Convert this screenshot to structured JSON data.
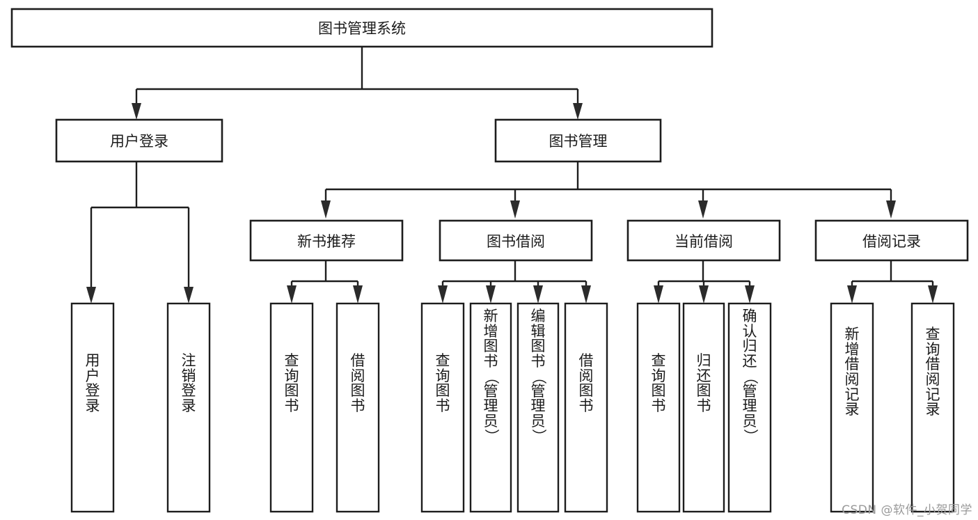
{
  "diagram": {
    "title": "图书管理系统",
    "type": "function-structure-tree",
    "watermark": "CSDN @软件_小贺同学",
    "colors": {
      "box_stroke": "#1d1d1d",
      "box_fill": "#ffffff",
      "connector": "#1d1d1d",
      "text": "#1b1b1b",
      "watermark": "#9a9a9a",
      "background": "#ffffff"
    },
    "root": {
      "label": "图书管理系统"
    },
    "level1": [
      {
        "id": "user-login",
        "label": "用户登录"
      },
      {
        "id": "book-management",
        "label": "图书管理"
      }
    ],
    "level2": [
      {
        "id": "new-book-recommend",
        "label": "新书推荐",
        "parent": "book-management"
      },
      {
        "id": "book-borrow",
        "label": "图书借阅",
        "parent": "book-management"
      },
      {
        "id": "current-borrow",
        "label": "当前借阅",
        "parent": "book-management"
      },
      {
        "id": "borrow-record",
        "label": "借阅记录",
        "parent": "book-management"
      }
    ],
    "leaves": {
      "user-login": [
        {
          "id": "leaf-user-login",
          "label": "用户登录"
        },
        {
          "id": "leaf-logout",
          "label": "注销登录"
        }
      ],
      "new-book-recommend": [
        {
          "id": "leaf-query-books-1",
          "label": "查询图书"
        },
        {
          "id": "leaf-borrow-books-1",
          "label": "借阅图书"
        }
      ],
      "book-borrow": [
        {
          "id": "leaf-query-books-2",
          "label": "查询图书"
        },
        {
          "id": "leaf-add-book-admin",
          "label": "新增图书（管理员）"
        },
        {
          "id": "leaf-edit-book-admin",
          "label": "编辑图书（管理员）"
        },
        {
          "id": "leaf-borrow-books-2",
          "label": "借阅图书"
        }
      ],
      "current-borrow": [
        {
          "id": "leaf-query-books-3",
          "label": "查询图书"
        },
        {
          "id": "leaf-return-book",
          "label": "归还图书"
        },
        {
          "id": "leaf-confirm-return-admin",
          "label": "确认归还（管理员）"
        }
      ],
      "borrow-record": [
        {
          "id": "leaf-add-borrow-record",
          "label": "新增借阅记录"
        },
        {
          "id": "leaf-query-borrow-record",
          "label": "查询借阅记录"
        }
      ]
    }
  }
}
